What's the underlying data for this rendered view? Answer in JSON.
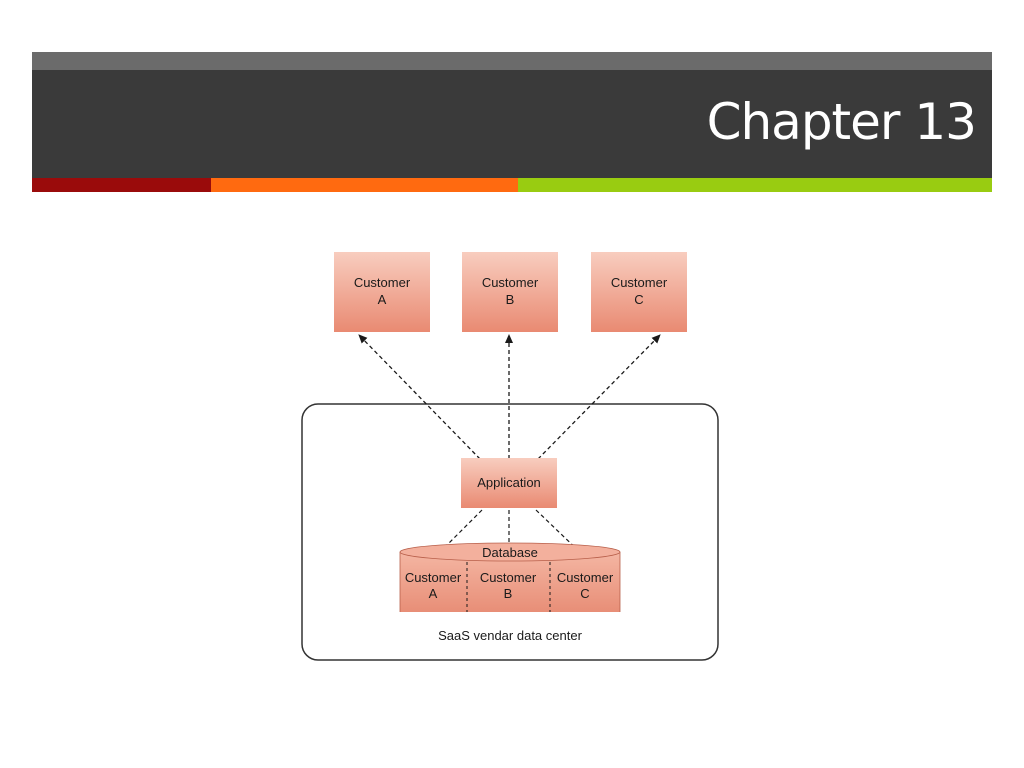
{
  "slide": {
    "title": "Chapter 13",
    "colors": {
      "header_top": "#6b6b6b",
      "header": "#3a3a3a",
      "stripe_red": "#9a0b0b",
      "stripe_orange": "#ff6a10",
      "stripe_green": "#99cc11",
      "box_fill_light": "#f6c2b2",
      "box_fill_dark": "#e98a72"
    }
  },
  "diagram": {
    "customers": [
      {
        "line1": "Customer",
        "line2": "A"
      },
      {
        "line1": "Customer",
        "line2": "B"
      },
      {
        "line1": "Customer",
        "line2": "C"
      }
    ],
    "application_label": "Application",
    "database": {
      "label": "Database",
      "partitions": [
        {
          "line1": "Customer",
          "line2": "A"
        },
        {
          "line1": "Customer",
          "line2": "B"
        },
        {
          "line1": "Customer",
          "line2": "C"
        }
      ]
    },
    "data_center_label": "SaaS vendar data center"
  }
}
